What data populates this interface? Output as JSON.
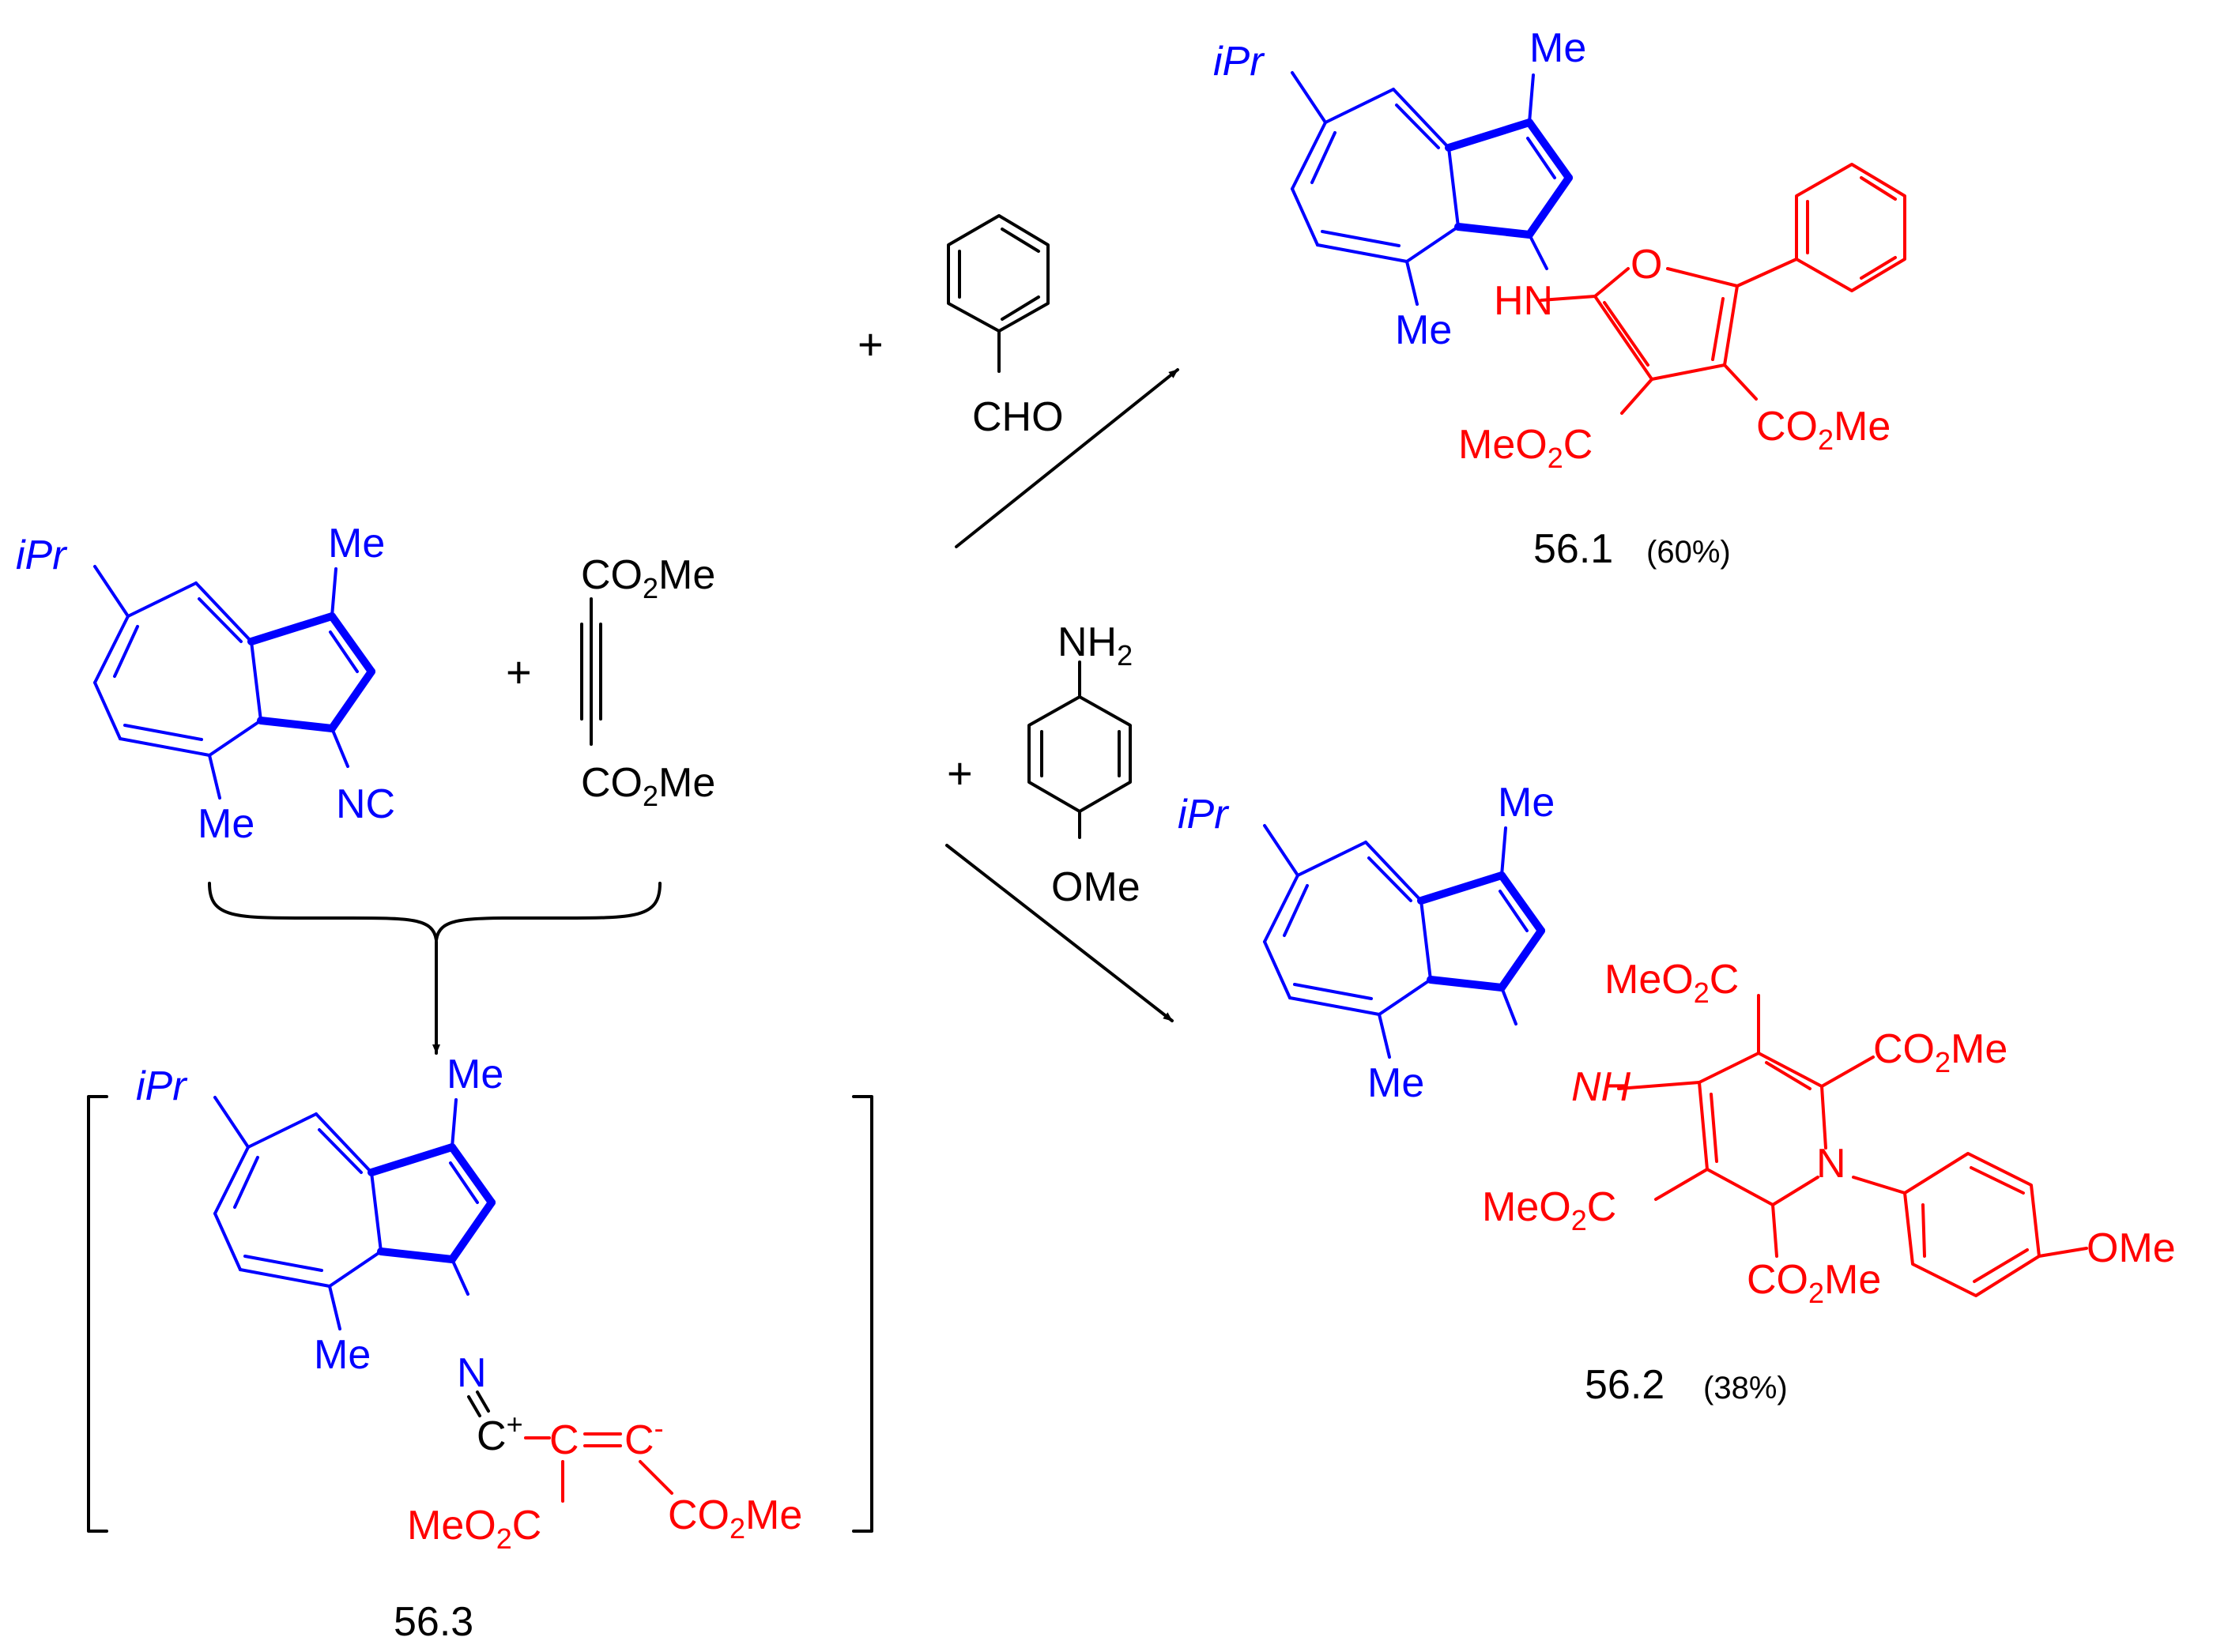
{
  "colors": {
    "reactant_core": "#0000ff",
    "added_fragment": "#ff0000",
    "reagent": "#000000"
  },
  "reactant": {
    "ipr": "iPr",
    "me_top": "Me",
    "me_bottom": "Me",
    "nc": "NC"
  },
  "alkyne": {
    "top": "CO2Me",
    "bottom": "CO2Me"
  },
  "plus": "+",
  "reagent_aldehyde": {
    "plus": "+",
    "label": "CHO"
  },
  "reagent_aniline": {
    "plus": "+",
    "top": "NH2",
    "bottom": "OMe"
  },
  "product1": {
    "ipr": "iPr",
    "me_top": "Me",
    "me_bottom": "Me",
    "hn": "HN",
    "o": "O",
    "ester_left": "MeO2C",
    "ester_right": "CO2Me",
    "id": "56.1",
    "yield": "(60%)"
  },
  "product2": {
    "ipr": "iPr",
    "me_top": "Me",
    "me_bottom": "Me",
    "nh": "NH",
    "n": "N",
    "ester_top": "MeO2C",
    "ester_right_top": "CO2Me",
    "ester_left": "MeO2C",
    "ester_bottom": "CO2Me",
    "ome": "OMe",
    "id": "56.2",
    "yield": "(38%)"
  },
  "intermediate": {
    "ipr": "iPr",
    "me_top": "Me",
    "me_bottom": "Me",
    "n": "N",
    "c_plus": "C+",
    "c1": "C",
    "c2": "C-",
    "ester_left": "MeO2C",
    "ester_right": "CO2Me",
    "id": "56.3"
  }
}
